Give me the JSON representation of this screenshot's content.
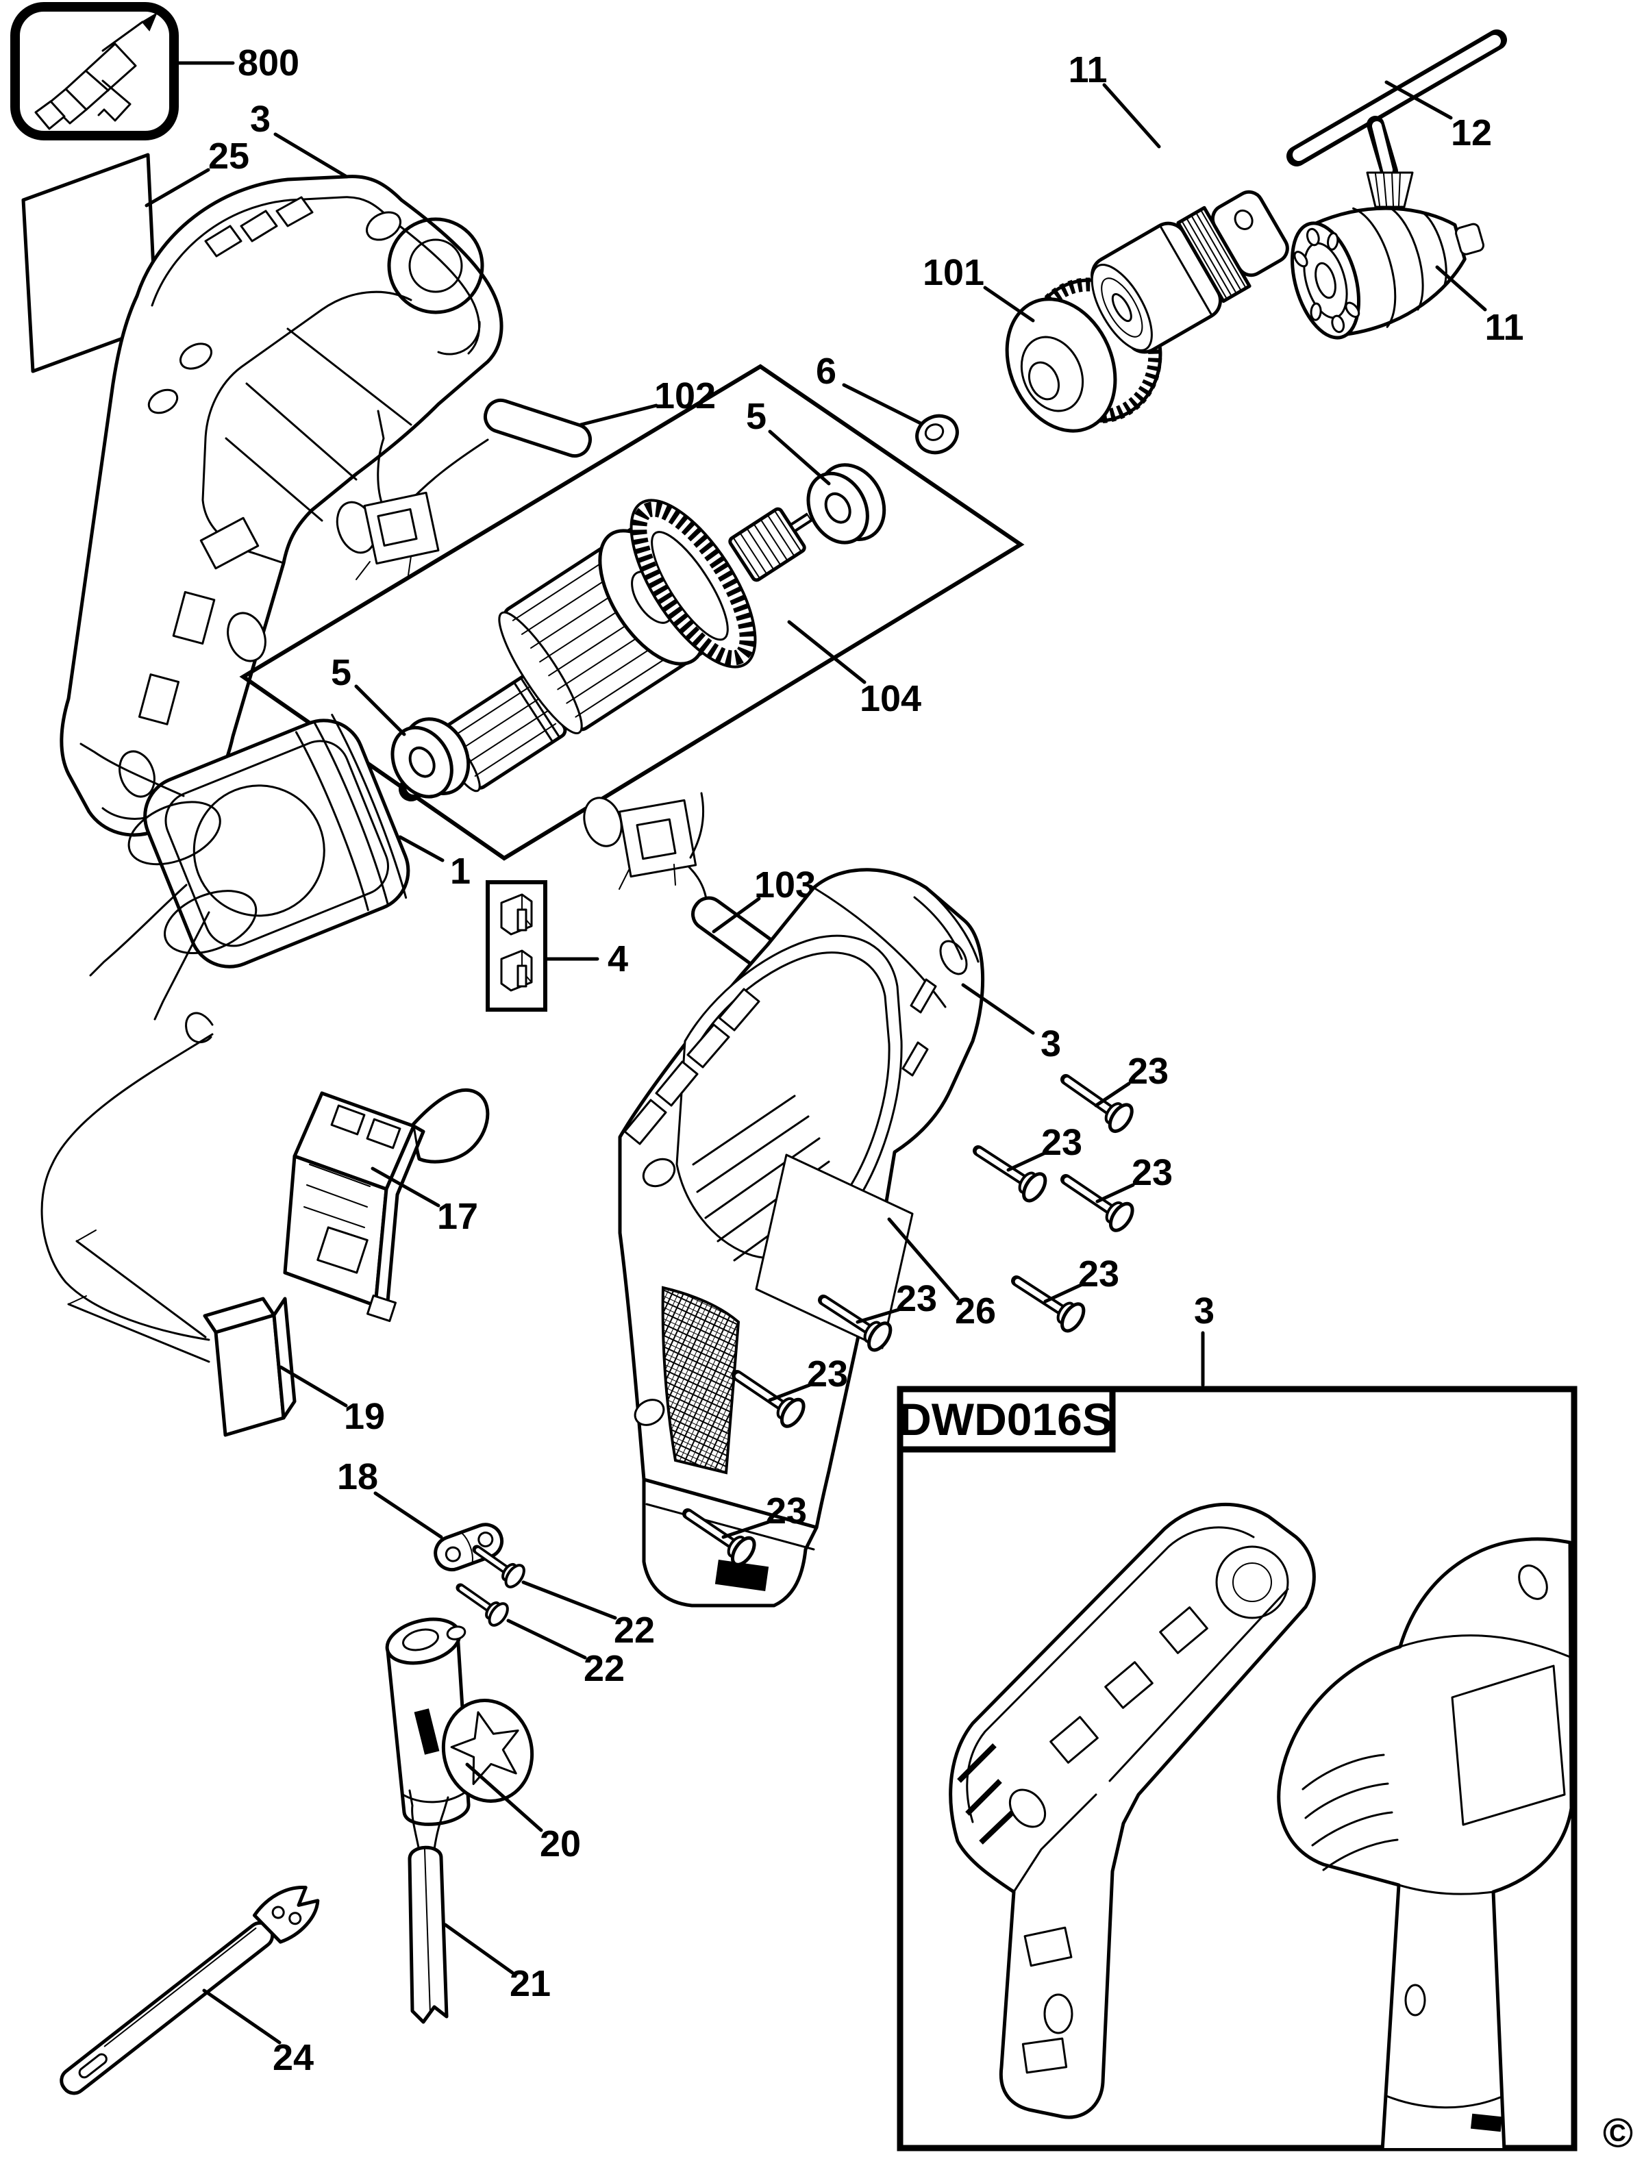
{
  "diagram": {
    "kind": "exploded-parts-diagram",
    "subject": "corded pistol-grip drill",
    "background_color": "#ffffff",
    "line_color": "#000000"
  },
  "callouts": [
    {
      "text": "800",
      "part": "service-item-icon-box"
    },
    {
      "text": "3",
      "part": "left-clamshell-housing"
    },
    {
      "text": "25",
      "part": "id-label"
    },
    {
      "text": "102",
      "part": "lead-wire-with-ferrule"
    },
    {
      "text": "6",
      "part": "washer"
    },
    {
      "text": "5",
      "part": "bearing-front"
    },
    {
      "text": "5",
      "part": "bearing-rear"
    },
    {
      "text": "104",
      "part": "armature-assembly-group"
    },
    {
      "text": "101",
      "part": "gear-spindle-assembly"
    },
    {
      "text": "11",
      "part": "keyed-chuck"
    },
    {
      "text": "12",
      "part": "chuck-key"
    },
    {
      "text": "11",
      "part": "keyless-chuck"
    },
    {
      "text": "1",
      "part": "field-coil"
    },
    {
      "text": "103",
      "part": "lead-wire-with-connector"
    },
    {
      "text": "4",
      "part": "carbon-brush-set"
    },
    {
      "text": "3",
      "part": "right-clamshell-housing"
    },
    {
      "text": "17",
      "part": "trigger-switch"
    },
    {
      "text": "19",
      "part": "capacitor"
    },
    {
      "text": "18",
      "part": "cord-clamp"
    },
    {
      "text": "22",
      "part": "clamp-screw-upper"
    },
    {
      "text": "22",
      "part": "clamp-screw-lower"
    },
    {
      "text": "20",
      "part": "cord-protector"
    },
    {
      "text": "21",
      "part": "power-cord"
    },
    {
      "text": "24",
      "part": "chuck-wrench"
    },
    {
      "text": "23",
      "part": "housing-screw-1"
    },
    {
      "text": "23",
      "part": "housing-screw-2"
    },
    {
      "text": "23",
      "part": "housing-screw-3"
    },
    {
      "text": "23",
      "part": "housing-screw-4"
    },
    {
      "text": "23",
      "part": "housing-screw-5"
    },
    {
      "text": "23",
      "part": "housing-screw-6"
    },
    {
      "text": "23",
      "part": "housing-screw-7"
    },
    {
      "text": "26",
      "part": "warning-label"
    },
    {
      "text": "3",
      "part": "housing-set-variant"
    }
  ],
  "model_box": {
    "title": "DWD016S"
  },
  "copyright_symbol": "©"
}
